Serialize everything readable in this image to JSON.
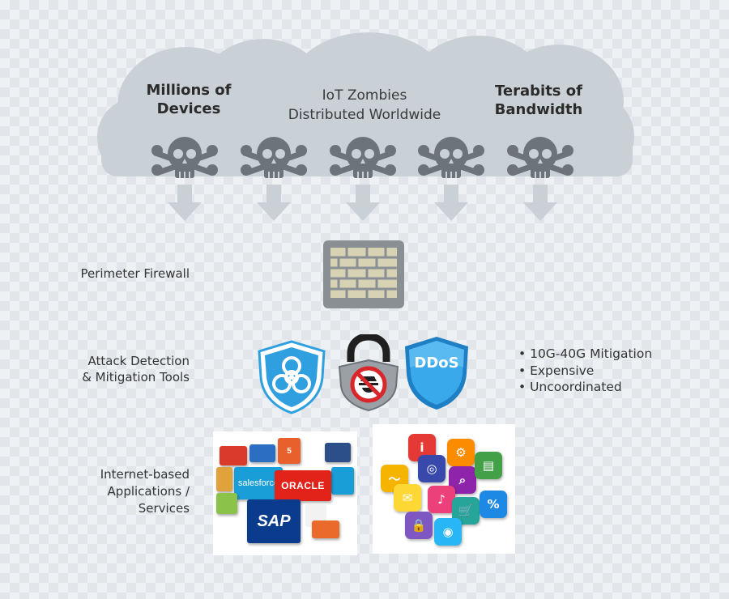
{
  "cloud": {
    "left_label": "Millions of\nDevices",
    "center_label": "IoT Zombies\nDistributed Worldwide",
    "right_label": "Terabits of\nBandwidth",
    "skull_count": 5,
    "skull_icon": "skull-crossbones-icon",
    "arrow_icon": "down-arrow-icon"
  },
  "layers": {
    "firewall": {
      "label": "Perimeter Firewall",
      "icon": "brick-wall-icon"
    },
    "mitigation": {
      "label": "Attack Detection\n& Mitigation Tools",
      "icons": [
        "biohazard-shield-icon",
        "no-spy-lock-icon",
        "ddos-shield-icon"
      ],
      "ddos_text": "DDoS",
      "bullets": [
        "10G-40G Mitigation",
        "Expensive",
        "Uncoordinated"
      ]
    },
    "applications": {
      "label": "Internet-based\nApplications /\nServices",
      "enterprise_logos": {
        "salesforce": "salesforce",
        "oracle": "ORACLE",
        "sap": "SAP"
      },
      "app_icons": [
        "info-icon",
        "gear-icon",
        "globe-icon",
        "rss-icon",
        "magnifier-icon",
        "mail-icon",
        "music-icon",
        "chart-icon",
        "lock-icon",
        "cart-icon",
        "percent-icon",
        "camera-icon"
      ]
    }
  },
  "colors": {
    "cloud": "#c9d0d6",
    "skull": "#6d737a",
    "shield_blue": "#2f9fe0",
    "brick": "#d8d2b4"
  }
}
